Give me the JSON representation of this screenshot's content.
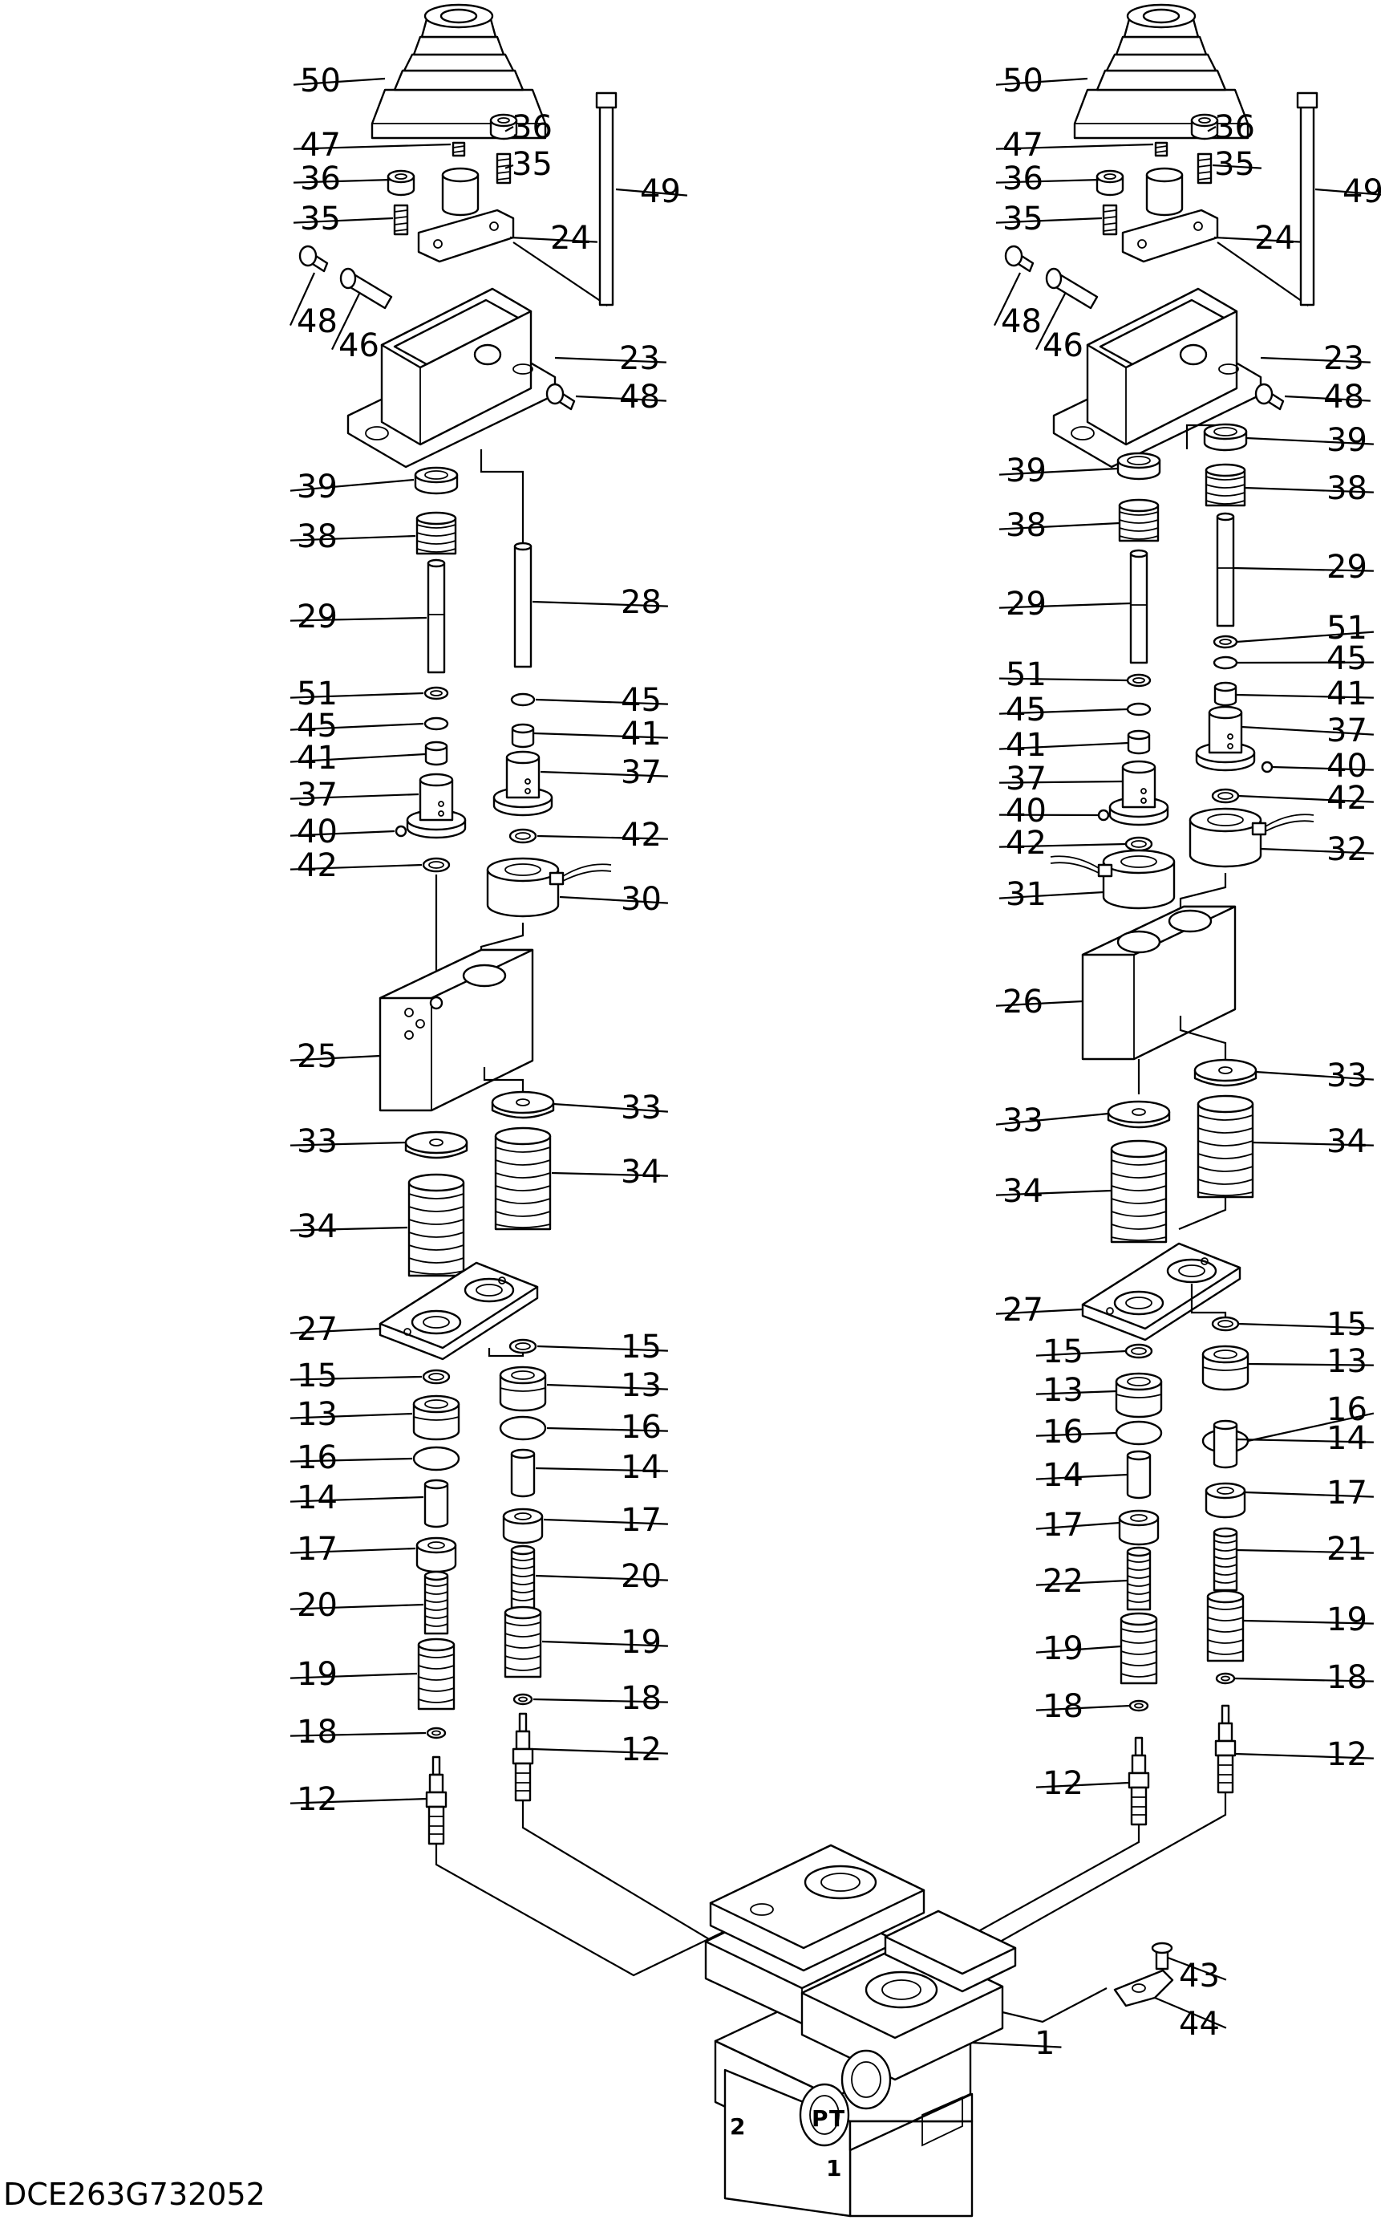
{
  "diagram_code": "DCE263G732052",
  "port_marks": [
    "2",
    "P",
    "T",
    "1"
  ],
  "left_assembly_labels": [
    "50",
    "47",
    "36",
    "36",
    "35",
    "35",
    "24",
    "49",
    "48",
    "46",
    "23",
    "48",
    "39",
    "38",
    "29",
    "28",
    "51",
    "45",
    "45",
    "41",
    "41",
    "37",
    "37",
    "40",
    "42",
    "42",
    "30",
    "25",
    "33",
    "33",
    "34",
    "34",
    "27",
    "15",
    "15",
    "13",
    "13",
    "16",
    "16",
    "14",
    "14",
    "17",
    "17",
    "20",
    "20",
    "19",
    "19",
    "18",
    "18",
    "12",
    "12"
  ],
  "right_assembly_labels": [
    "50",
    "47",
    "36",
    "36",
    "35",
    "35",
    "24",
    "49",
    "48",
    "46",
    "23",
    "48",
    "39",
    "39",
    "38",
    "38",
    "29",
    "29",
    "51",
    "51",
    "45",
    "45",
    "41",
    "41",
    "37",
    "37",
    "40",
    "40",
    "42",
    "42",
    "31",
    "32",
    "26",
    "33",
    "33",
    "34",
    "34",
    "27",
    "15",
    "15",
    "13",
    "13",
    "16",
    "16",
    "14",
    "14",
    "17",
    "17",
    "22",
    "21",
    "19",
    "19",
    "18",
    "18",
    "12",
    "12"
  ],
  "base_labels": [
    "43",
    "44",
    "1"
  ]
}
